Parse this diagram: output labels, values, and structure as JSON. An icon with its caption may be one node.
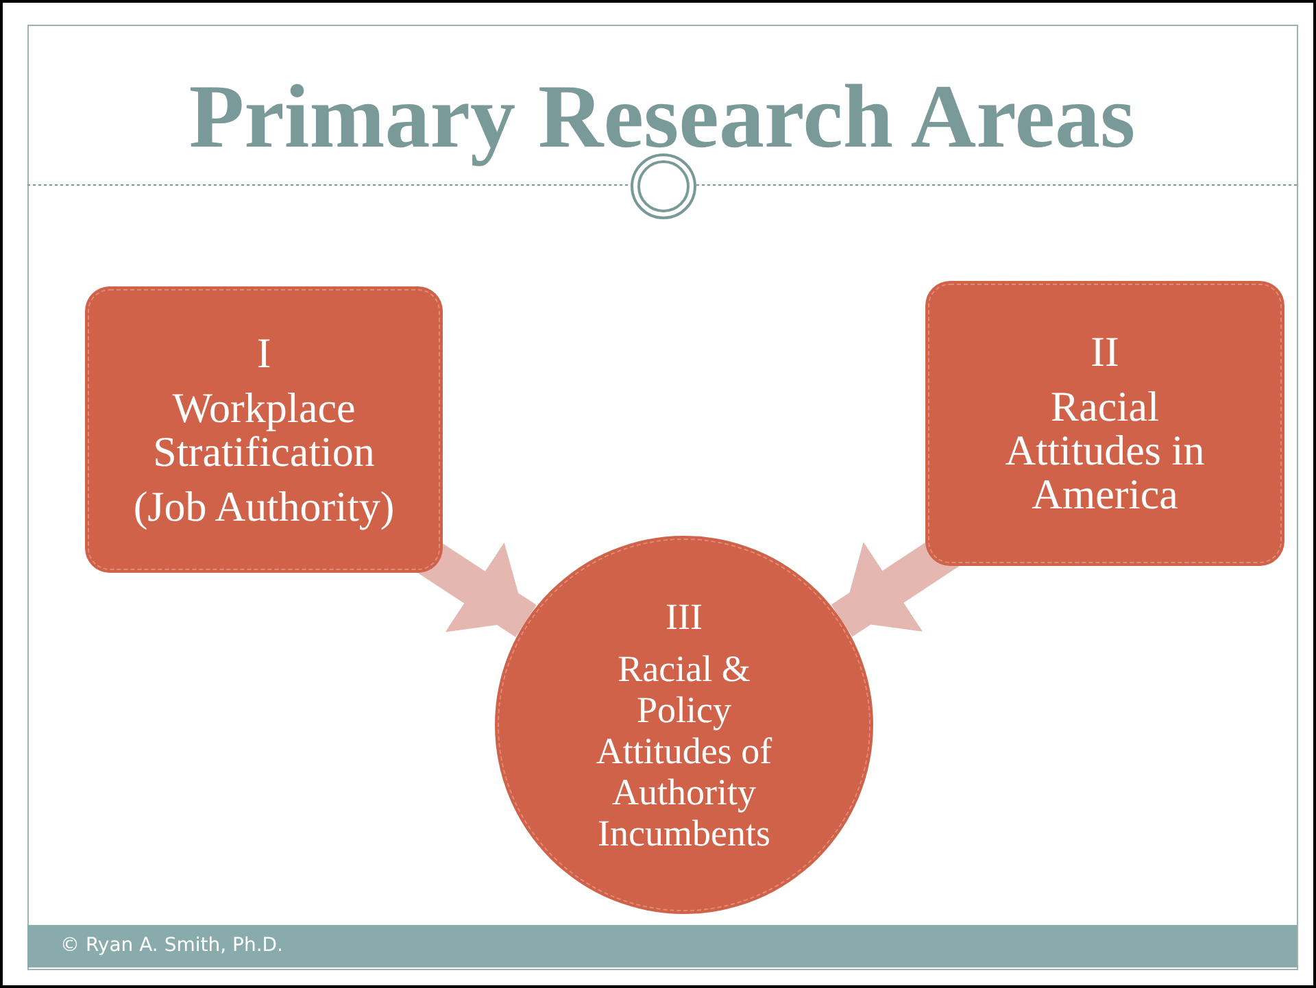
{
  "diagram": {
    "title": "Primary Research Areas",
    "nodes": [
      {
        "text": [
          "I",
          "Workplace Stratification",
          "(Job Authority)"
        ]
      },
      {
        "text": [
          "II",
          "Racial Attitudes in America"
        ]
      },
      {
        "text": [
          "III",
          "Racial & Policy Attitudes of Authority Incumbents"
        ]
      }
    ],
    "edges": [
      {
        "from": 0,
        "to": 2,
        "arrow": "to"
      },
      {
        "from": 1,
        "to": 2,
        "arrow": "to"
      }
    ],
    "labels": [
      "© Ryan A. Smith, Ph.D."
    ]
  }
}
